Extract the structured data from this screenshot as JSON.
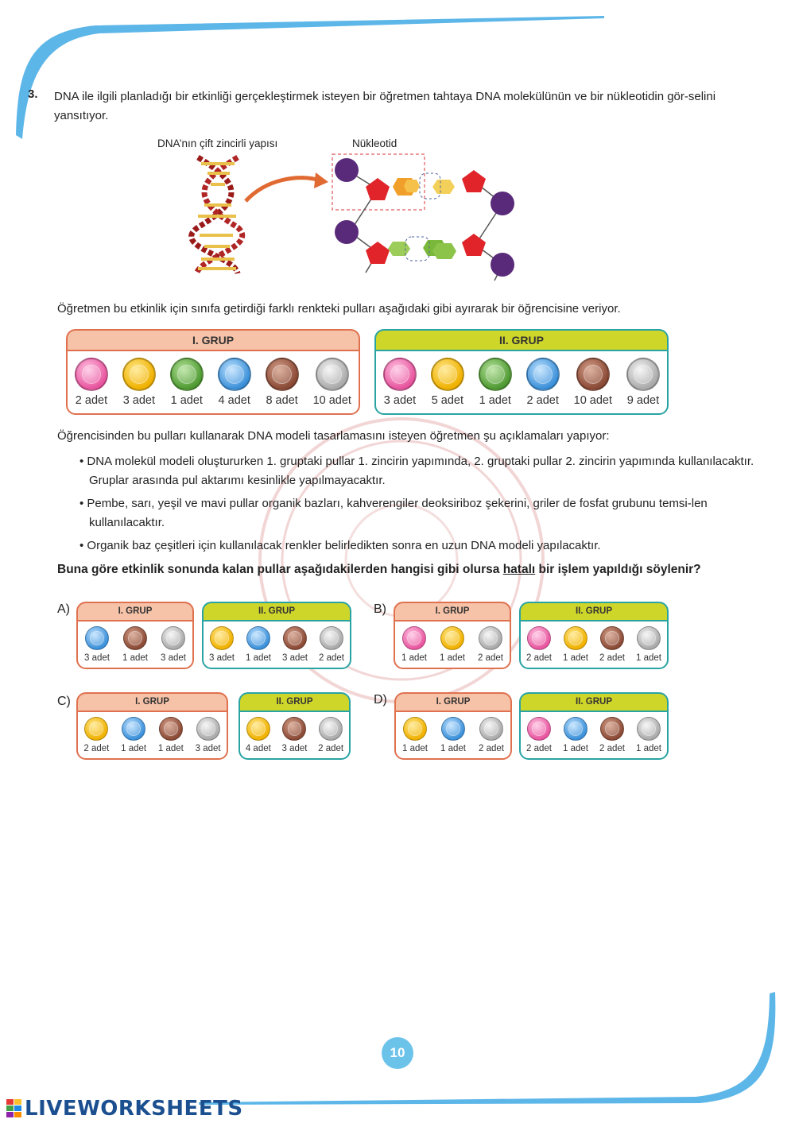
{
  "question": {
    "number": "3.",
    "text": "DNA ile ilgili planladığı bir etkinliği gerçekleştirmek isteyen bir öğretmen tahtaya DNA molekülünün ve bir nükleotidin gör-selini yansıtıyor."
  },
  "figure": {
    "dna_label": "DNA’nın çift zincirli yapısı",
    "nucleotide_label": "Nükleotid"
  },
  "intro": "Öğretmen bu etkinlik için sınıfa getirdiği farklı renkteki pulları aşağıdaki gibi ayırarak bir öğrencisine veriyor.",
  "colors": {
    "group1_header": "#f6c2a8",
    "group1_border": "#e0714f",
    "group2_header": "#cfd62a",
    "group2_border": "#2aa3a3"
  },
  "main_groups": [
    {
      "title": "I. GRUP",
      "items": [
        {
          "color": "pink",
          "count": "2 adet"
        },
        {
          "color": "yellow",
          "count": "3 adet"
        },
        {
          "color": "green",
          "count": "1 adet"
        },
        {
          "color": "blue",
          "count": "4 adet"
        },
        {
          "color": "brown",
          "count": "8 adet"
        },
        {
          "color": "grey",
          "count": "10 adet"
        }
      ]
    },
    {
      "title": "II. GRUP",
      "items": [
        {
          "color": "pink",
          "count": "3 adet"
        },
        {
          "color": "yellow",
          "count": "5 adet"
        },
        {
          "color": "green",
          "count": "1 adet"
        },
        {
          "color": "blue",
          "count": "2 adet"
        },
        {
          "color": "brown",
          "count": "10 adet"
        },
        {
          "color": "grey",
          "count": "9 adet"
        }
      ]
    }
  ],
  "explanation_intro": "Öğrencisinden bu pulları kullanarak DNA modeli tasarlamasını isteyen öğretmen şu açıklamaları yapıyor:",
  "bullets": [
    "• DNA molekül modeli oluştururken 1. gruptaki pullar 1. zincirin yapımında, 2. gruptaki pullar 2. zincirin yapımında kullanılacaktır. Gruplar arasında pul aktarımı kesinlikle yapılmayacaktır.",
    "• Pembe, sarı, yeşil ve mavi pullar organik bazları, kahverengiler deoksiriboz şekerini, griler de fosfat grubunu temsi-len kullanılacaktır.",
    "• Organik baz çeşitleri için kullanılacak renkler belirledikten sonra en uzun DNA modeli yapılacaktır."
  ],
  "final_question": {
    "before": "Buna göre etkinlik sonunda kalan pullar aşağıdakilerden hangisi gibi olursa ",
    "underlined": "hatalı",
    "after": " bir işlem yapıldığı söylenir?"
  },
  "options": [
    {
      "label": "A)",
      "group1": {
        "title": "I. GRUP",
        "items": [
          {
            "color": "blue",
            "count": "3 adet"
          },
          {
            "color": "brown",
            "count": "1 adet"
          },
          {
            "color": "grey",
            "count": "3 adet"
          }
        ]
      },
      "group2": {
        "title": "II. GRUP",
        "items": [
          {
            "color": "yellow",
            "count": "3 adet"
          },
          {
            "color": "blue",
            "count": "1 adet"
          },
          {
            "color": "brown",
            "count": "3 adet"
          },
          {
            "color": "grey",
            "count": "2 adet"
          }
        ]
      }
    },
    {
      "label": "B)",
      "group1": {
        "title": "I. GRUP",
        "items": [
          {
            "color": "pink",
            "count": "1 adet"
          },
          {
            "color": "yellow",
            "count": "1 adet"
          },
          {
            "color": "grey",
            "count": "2 adet"
          }
        ]
      },
      "group2": {
        "title": "II. GRUP",
        "items": [
          {
            "color": "pink",
            "count": "2 adet"
          },
          {
            "color": "yellow",
            "count": "1 adet"
          },
          {
            "color": "brown",
            "count": "2 adet"
          },
          {
            "color": "grey",
            "count": "1 adet"
          }
        ]
      }
    },
    {
      "label": "C)",
      "group1": {
        "title": "I. GRUP",
        "items": [
          {
            "color": "yellow",
            "count": "2 adet"
          },
          {
            "color": "blue",
            "count": "1 adet"
          },
          {
            "color": "brown",
            "count": "1 adet"
          },
          {
            "color": "grey",
            "count": "3 adet"
          }
        ]
      },
      "group2": {
        "title": "II. GRUP",
        "items": [
          {
            "color": "yellow",
            "count": "4 adet"
          },
          {
            "color": "brown",
            "count": "3 adet"
          },
          {
            "color": "grey",
            "count": "2 adet"
          }
        ]
      }
    },
    {
      "label": "D)",
      "group1": {
        "title": "I. GRUP",
        "items": [
          {
            "color": "yellow",
            "count": "1 adet"
          },
          {
            "color": "blue",
            "count": "1 adet"
          },
          {
            "color": "grey",
            "count": "2 adet"
          }
        ]
      },
      "group2": {
        "title": "II. GRUP",
        "items": [
          {
            "color": "pink",
            "count": "2 adet"
          },
          {
            "color": "blue",
            "count": "1 adet"
          },
          {
            "color": "brown",
            "count": "2 adet"
          },
          {
            "color": "grey",
            "count": "1 adet"
          }
        ]
      }
    }
  ],
  "page_number": "10",
  "brand": "LIVEWORKSHEETS"
}
